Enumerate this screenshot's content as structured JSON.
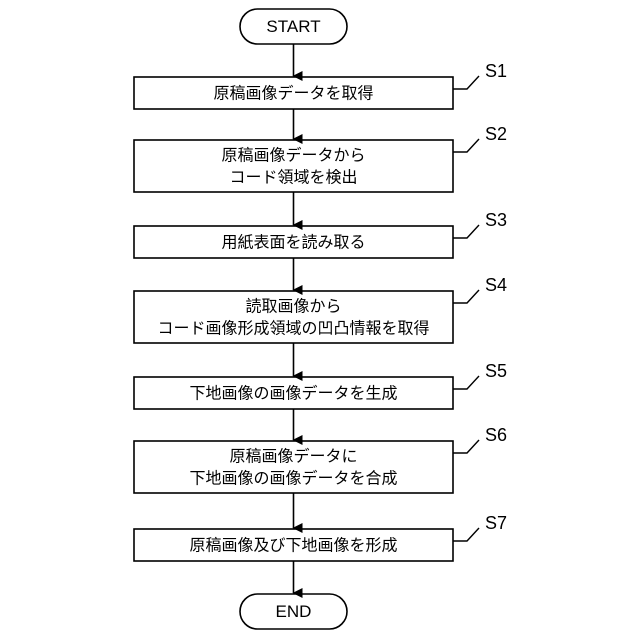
{
  "terminals": {
    "start": "START",
    "end": "END"
  },
  "steps": [
    {
      "id": "S1",
      "lines": [
        "原稿画像データを取得"
      ]
    },
    {
      "id": "S2",
      "lines": [
        "原稿画像データから",
        "コード領域を検出"
      ]
    },
    {
      "id": "S3",
      "lines": [
        "用紙表面を読み取る"
      ]
    },
    {
      "id": "S4",
      "lines": [
        "読取画像から",
        "コード画像形成領域の凹凸情報を取得"
      ]
    },
    {
      "id": "S5",
      "lines": [
        "下地画像の画像データを生成"
      ]
    },
    {
      "id": "S6",
      "lines": [
        "原稿画像データに",
        "下地画像の画像データを合成"
      ]
    },
    {
      "id": "S7",
      "lines": [
        "原稿画像及び下地画像を形成"
      ]
    }
  ]
}
